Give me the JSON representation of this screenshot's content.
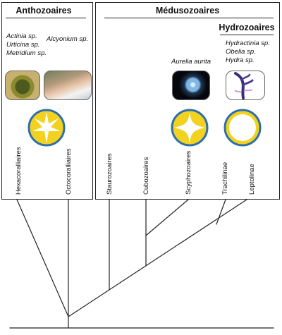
{
  "groups": {
    "anthozoaires": {
      "title": "Anthozoaires",
      "species_left": [
        "Actinia sp.",
        "Urticina sp.",
        "Metridium sp."
      ],
      "species_right": "Alcyonium sp.",
      "clades": [
        "Hexacoralliaires",
        "Octocoralliaires"
      ]
    },
    "medusozoaires": {
      "title": "Médusozoaires",
      "subgroup": "Hydrozoaires",
      "species_scypho": "Aurelia aurita",
      "species_hydro": [
        "Hydractinia sp.",
        "Obelia sp.",
        "Hydra sp."
      ],
      "clades": [
        "Staurozoaires",
        "Cubozoaires",
        "Scyphozoaires",
        "Trachilinae",
        "Leptolinae"
      ]
    }
  },
  "colors": {
    "symbol_fill": "#f2d21e",
    "symbol_ring": "#2b6fb0",
    "lines": "#222222"
  },
  "icons": {
    "hexa": "six-point-star-symmetry-icon",
    "scypho": "four-point-star-symmetry-icon",
    "lepto": "ring-symmetry-icon"
  }
}
